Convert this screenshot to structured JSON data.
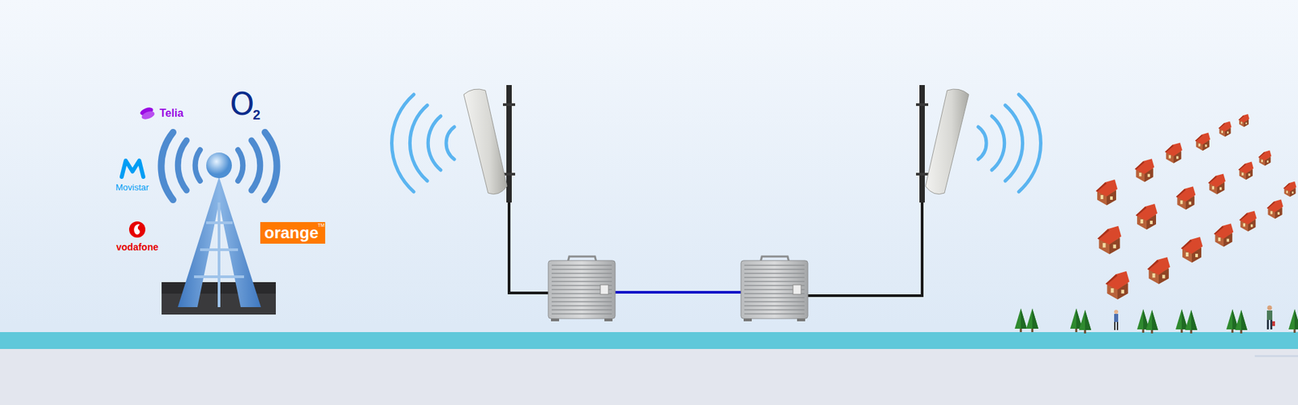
{
  "diagram": {
    "nodes": [
      {
        "text": [
          "orange"
        ]
      }
    ],
    "labels": [
      "Telia",
      "O",
      "2",
      "Movistar",
      "vodafone",
      "TM"
    ]
  }
}
